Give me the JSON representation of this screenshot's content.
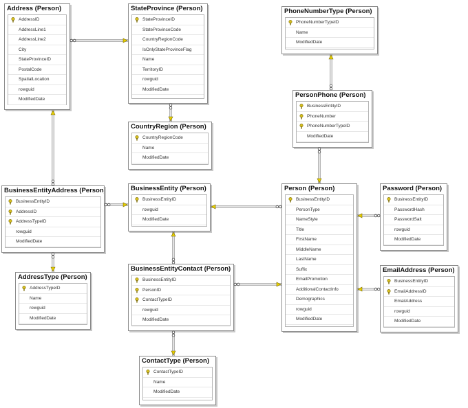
{
  "tables": [
    {
      "id": "Address",
      "title": "Address (Person)",
      "columns": [
        {
          "name": "AddressID",
          "key": true
        },
        {
          "name": "AddressLine1"
        },
        {
          "name": "AddressLine2"
        },
        {
          "name": "City"
        },
        {
          "name": "StateProvinceID"
        },
        {
          "name": "PostalCode"
        },
        {
          "name": "SpatialLocation"
        },
        {
          "name": "rowguid"
        },
        {
          "name": "ModifiedDate"
        }
      ]
    },
    {
      "id": "StateProvince",
      "title": "StateProvince (Person)",
      "columns": [
        {
          "name": "StateProvinceID",
          "key": true
        },
        {
          "name": "StateProvinceCode"
        },
        {
          "name": "CountryRegionCode"
        },
        {
          "name": "IsOnlyStateProvinceFlag"
        },
        {
          "name": "Name"
        },
        {
          "name": "TerritoryID"
        },
        {
          "name": "rowguid"
        },
        {
          "name": "ModifiedDate"
        }
      ]
    },
    {
      "id": "PhoneNumberType",
      "title": "PhoneNumberType (Person)",
      "columns": [
        {
          "name": "PhoneNumberTypeID",
          "key": true
        },
        {
          "name": "Name"
        },
        {
          "name": "ModifiedDate"
        }
      ]
    },
    {
      "id": "PersonPhone",
      "title": "PersonPhone (Person)",
      "columns": [
        {
          "name": "BusinessEntityID",
          "key": true
        },
        {
          "name": "PhoneNumber",
          "key": true
        },
        {
          "name": "PhoneNumberTypeID",
          "key": true
        },
        {
          "name": "ModifiedDate"
        }
      ]
    },
    {
      "id": "CountryRegion",
      "title": "CountryRegion (Person)",
      "columns": [
        {
          "name": "CountryRegionCode",
          "key": true
        },
        {
          "name": "Name"
        },
        {
          "name": "ModifiedDate"
        }
      ]
    },
    {
      "id": "BusinessEntityAddress",
      "title": "BusinessEntityAddress (Person)",
      "columns": [
        {
          "name": "BusinessEntityID",
          "key": true
        },
        {
          "name": "AddressID",
          "key": true
        },
        {
          "name": "AddressTypeID",
          "key": true
        },
        {
          "name": "rowguid"
        },
        {
          "name": "ModifiedDate"
        }
      ]
    },
    {
      "id": "BusinessEntity",
      "title": "BusinessEntity (Person)",
      "columns": [
        {
          "name": "BusinessEntityID",
          "key": true
        },
        {
          "name": "rowguid"
        },
        {
          "name": "ModifiedDate"
        }
      ]
    },
    {
      "id": "Person",
      "title": "Person (Person)",
      "columns": [
        {
          "name": "BusinessEntityID",
          "key": true
        },
        {
          "name": "PersonType"
        },
        {
          "name": "NameStyle"
        },
        {
          "name": "Title"
        },
        {
          "name": "FirstName"
        },
        {
          "name": "MiddleName"
        },
        {
          "name": "LastName"
        },
        {
          "name": "Suffix"
        },
        {
          "name": "EmailPromotion"
        },
        {
          "name": "AdditionalContactInfo"
        },
        {
          "name": "Demographics"
        },
        {
          "name": "rowguid"
        },
        {
          "name": "ModifiedDate"
        }
      ]
    },
    {
      "id": "Password",
      "title": "Password (Person)",
      "columns": [
        {
          "name": "BusinessEntityID",
          "key": true
        },
        {
          "name": "PasswordHash"
        },
        {
          "name": "PasswordSalt"
        },
        {
          "name": "rowguid"
        },
        {
          "name": "ModifiedDate"
        }
      ]
    },
    {
      "id": "AddressType",
      "title": "AddressType (Person)",
      "columns": [
        {
          "name": "AddressTypeID",
          "key": true
        },
        {
          "name": "Name"
        },
        {
          "name": "rowguid"
        },
        {
          "name": "ModifiedDate"
        }
      ]
    },
    {
      "id": "BusinessEntityContact",
      "title": "BusinessEntityContact (Person)",
      "columns": [
        {
          "name": "BusinessEntityID",
          "key": true
        },
        {
          "name": "PersonID",
          "key": true
        },
        {
          "name": "ContactTypeID",
          "key": true
        },
        {
          "name": "rowguid"
        },
        {
          "name": "ModifiedDate"
        }
      ]
    },
    {
      "id": "EmailAddress",
      "title": "EmailAddress (Person)",
      "columns": [
        {
          "name": "BusinessEntityID",
          "key": true
        },
        {
          "name": "EmailAddressID",
          "key": true
        },
        {
          "name": "EmailAddress"
        },
        {
          "name": "rowguid"
        },
        {
          "name": "ModifiedDate"
        }
      ]
    },
    {
      "id": "ContactType",
      "title": "ContactType (Person)",
      "columns": [
        {
          "name": "ContactTypeID",
          "key": true
        },
        {
          "name": "Name"
        },
        {
          "name": "ModifiedDate"
        }
      ]
    }
  ],
  "relationships": [
    {
      "many": "Address",
      "one": "StateProvince"
    },
    {
      "many": "StateProvince",
      "one": "CountryRegion"
    },
    {
      "many": "PersonPhone",
      "one": "PhoneNumberType"
    },
    {
      "many": "PersonPhone",
      "one": "Person"
    },
    {
      "many": "BusinessEntityAddress",
      "one": "Address"
    },
    {
      "many": "BusinessEntityAddress",
      "one": "BusinessEntity"
    },
    {
      "many": "BusinessEntityAddress",
      "one": "AddressType"
    },
    {
      "many": "Person",
      "one": "BusinessEntity"
    },
    {
      "many": "Password",
      "one": "Person"
    },
    {
      "many": "BusinessEntityContact",
      "one": "BusinessEntity"
    },
    {
      "many": "BusinessEntityContact",
      "one": "Person"
    },
    {
      "many": "BusinessEntityContact",
      "one": "ContactType"
    },
    {
      "many": "EmailAddress",
      "one": "Person"
    }
  ],
  "colors": {
    "key_icon": "#d8c020",
    "line": "#8a8a8a",
    "arrow": "#e8d000"
  }
}
